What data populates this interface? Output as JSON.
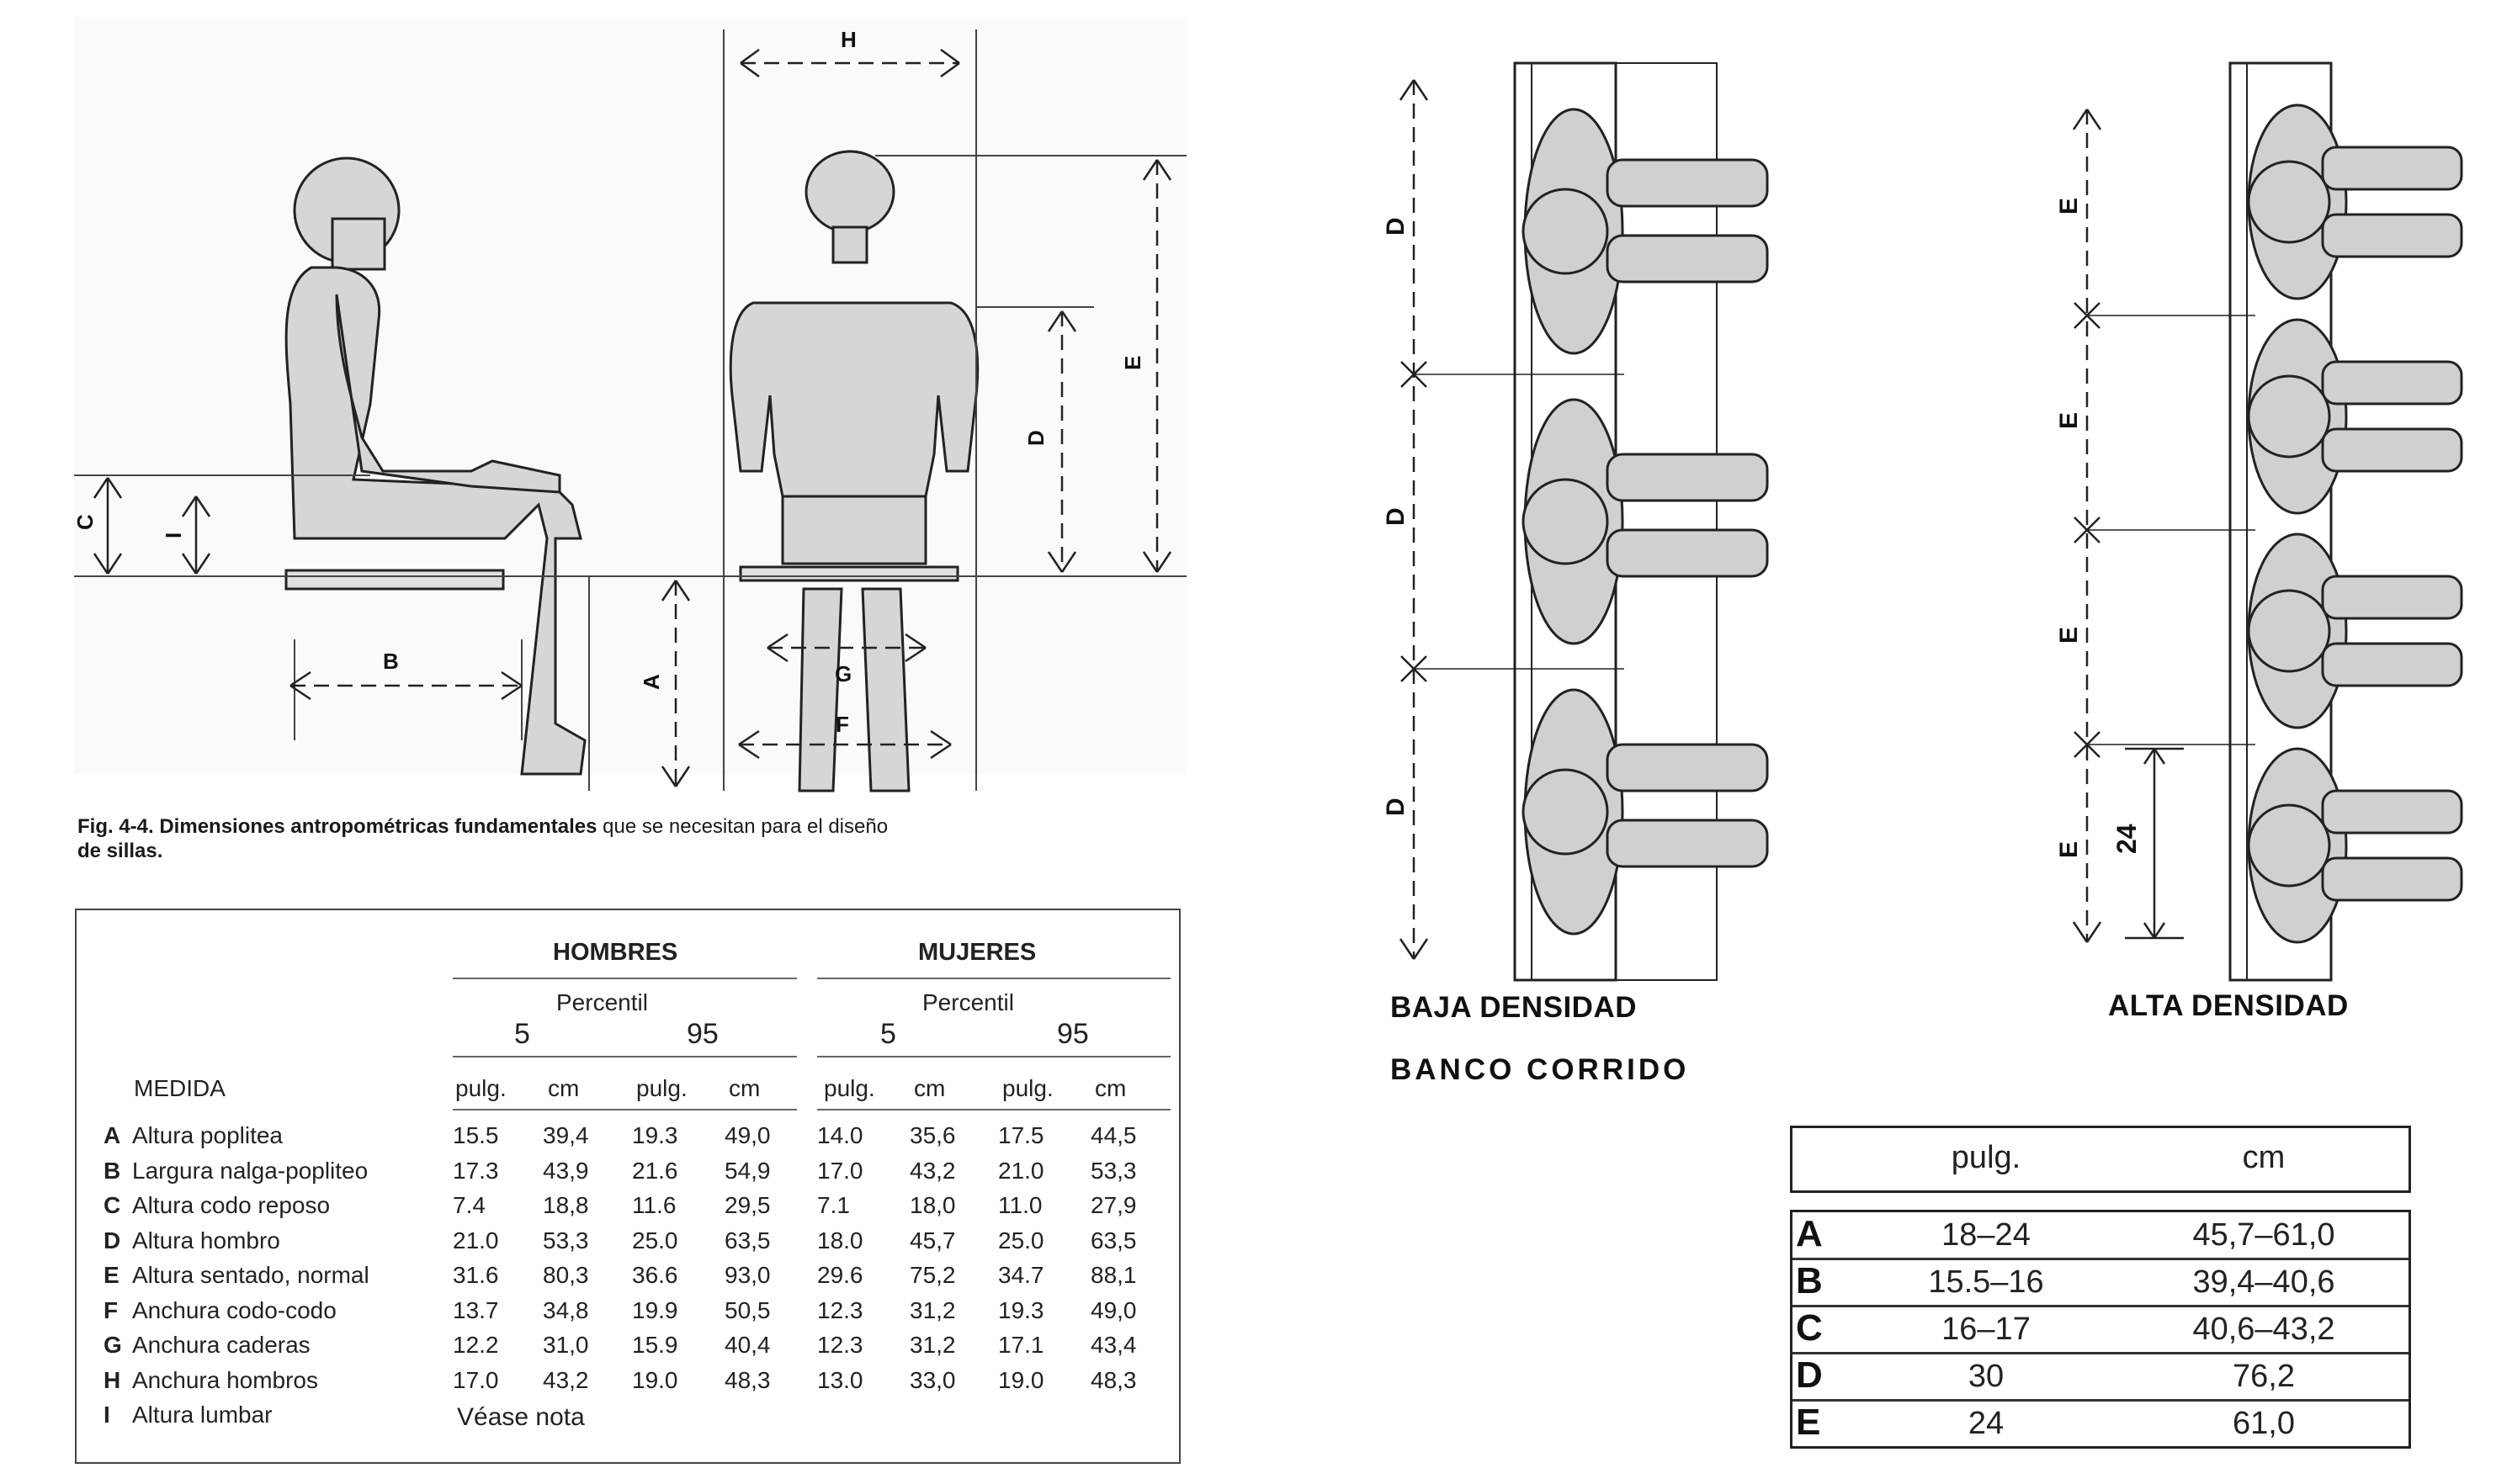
{
  "figure": {
    "caption_bold": "Fig. 4-4.  Dimensiones antropométricas fundamentales",
    "caption_mid": " que se necesitan para el diseño",
    "caption_end": "de sillas.",
    "dimension_letters": [
      "A",
      "B",
      "C",
      "D",
      "E",
      "F",
      "G",
      "H",
      "I"
    ]
  },
  "anthro_table": {
    "group_men": "HOMBRES",
    "group_women": "MUJERES",
    "percentil_label": "Percentil",
    "p5": "5",
    "p95": "95",
    "measure_header": "MEDIDA",
    "unit_in": "pulg.",
    "unit_cm": "cm",
    "rows": [
      {
        "key": "A",
        "name": "Altura poplitea",
        "v": [
          "15.5",
          "39,4",
          "19.3",
          "49,0",
          "14.0",
          "35,6",
          "17.5",
          "44,5"
        ]
      },
      {
        "key": "B",
        "name": "Largura nalga-popliteo",
        "v": [
          "17.3",
          "43,9",
          "21.6",
          "54,9",
          "17.0",
          "43,2",
          "21.0",
          "53,3"
        ]
      },
      {
        "key": "C",
        "name": "Altura codo reposo",
        "v": [
          "7.4",
          "18,8",
          "11.6",
          "29,5",
          "7.1",
          "18,0",
          "11.0",
          "27,9"
        ]
      },
      {
        "key": "D",
        "name": "Altura hombro",
        "v": [
          "21.0",
          "53,3",
          "25.0",
          "63,5",
          "18.0",
          "45,7",
          "25.0",
          "63,5"
        ]
      },
      {
        "key": "E",
        "name": "Altura sentado, normal",
        "v": [
          "31.6",
          "80,3",
          "36.6",
          "93,0",
          "29.6",
          "75,2",
          "34.7",
          "88,1"
        ]
      },
      {
        "key": "F",
        "name": "Anchura codo-codo",
        "v": [
          "13.7",
          "34,8",
          "19.9",
          "50,5",
          "12.3",
          "31,2",
          "19.3",
          "49,0"
        ]
      },
      {
        "key": "G",
        "name": "Anchura caderas",
        "v": [
          "12.2",
          "31,0",
          "15.9",
          "40,4",
          "12.3",
          "31,2",
          "17.1",
          "43,4"
        ]
      },
      {
        "key": "H",
        "name": "Anchura hombros",
        "v": [
          "17.0",
          "43,2",
          "19.0",
          "48,3",
          "13.0",
          "33,0",
          "19.0",
          "48,3"
        ]
      },
      {
        "key": "I",
        "name": "Altura lumbar",
        "note": "Véase nota"
      }
    ]
  },
  "bench": {
    "low_density": "BAJA DENSIDAD",
    "high_density": "ALTA DENSIDAD",
    "title": "BANCO CORRIDO",
    "span_24": "24",
    "col_in": "pulg.",
    "col_cm": "cm",
    "rows": [
      {
        "key": "A",
        "in": "18–24",
        "cm": "45,7–61,0"
      },
      {
        "key": "B",
        "in": "15.5–16",
        "cm": "39,4–40,6"
      },
      {
        "key": "C",
        "in": "16–17",
        "cm": "40,6–43,2"
      },
      {
        "key": "D",
        "in": "30",
        "cm": "76,2"
      },
      {
        "key": "E",
        "in": "24",
        "cm": "61,0"
      }
    ]
  }
}
